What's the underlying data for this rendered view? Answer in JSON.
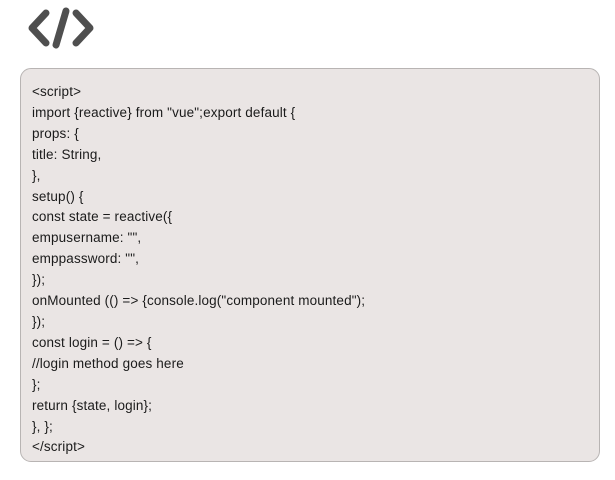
{
  "page": {
    "background_color": "#ffffff"
  },
  "icon": {
    "name": "code-glyph-icon",
    "symbol": "</>",
    "color": "#4f4f4f"
  },
  "code_panel": {
    "background_color": "#eae5e4",
    "border_color": "#b8b4b3",
    "text_color": "#1b1b1b",
    "language": "vue",
    "lines": [
      "<script>",
      "import {reactive} from \"vue\";export default {",
      "props: {",
      "title: String,",
      "},",
      "setup() {",
      "const state = reactive({",
      "empusername: \"\",",
      "emppassword: \"\",",
      "});",
      "onMounted (() => {console.log(\"component mounted\");",
      "});",
      "const login = () => {",
      "//login method goes here",
      "};",
      "return {state, login};",
      "}, };",
      "</script>"
    ]
  }
}
